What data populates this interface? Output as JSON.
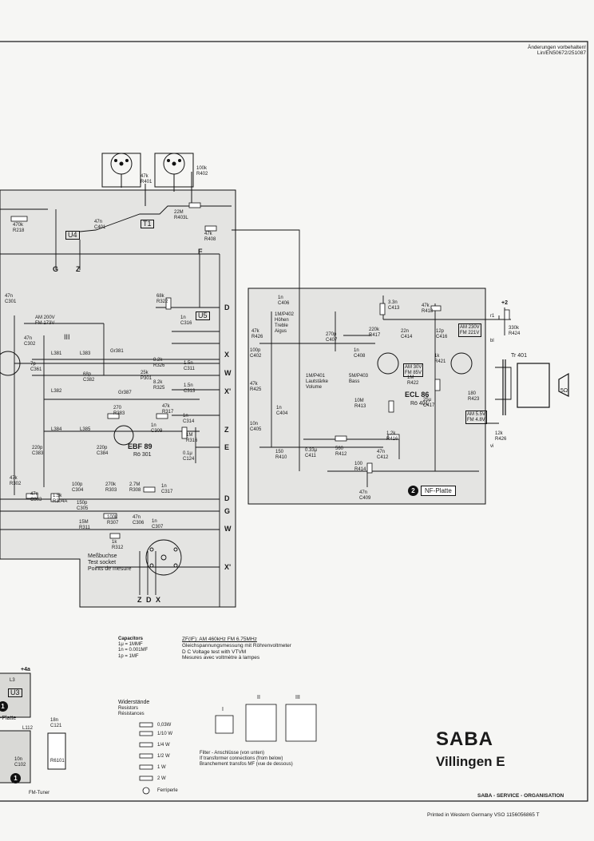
{
  "header": {
    "notice": "Änderungen vorbehalten!",
    "code": "Lin/EN50672/251087"
  },
  "brand": {
    "name": "SABA",
    "model": "Villingen E",
    "organisation": "SABA - SERVICE - ORGANISATION"
  },
  "footer": {
    "printed": "Printed in Western Germany  VSO 1156056865 T"
  },
  "boards": {
    "nf_number": "2",
    "nf_label": "NF-Platte",
    "left_number_top": "1",
    "left_label_top": "-Platte",
    "left_number_bottom": "1",
    "left_label_bottom": "FM-Tuner"
  },
  "tubes": {
    "ebf": "EBF 89",
    "ebf_ref": "Rö 301",
    "ecl": "ECL 86",
    "ecl_ref": "Rö 401"
  },
  "switches": {
    "u3": "U3",
    "u4": "U4",
    "u5": "U5",
    "t1": "T1"
  },
  "terminals": {
    "left": [
      "G",
      "Z"
    ],
    "f": "F",
    "right": [
      "D",
      "X",
      "W",
      "X'",
      "Z",
      "E",
      "D",
      "G",
      "W",
      "X'"
    ],
    "bottom": [
      "Z",
      "D",
      "X"
    ],
    "plus2": "+2",
    "plus4": "+4a",
    "r1": "r1",
    "bl": "bl",
    "vi": "vi"
  },
  "labels": {
    "stage3": "III",
    "measuring": [
      "Meßbuchse",
      "Test socket",
      "Points de mesure"
    ],
    "hohen": [
      "1M/P402",
      "Höhen",
      "Treble",
      "Aigus"
    ],
    "laut": [
      "1M/P401",
      "Lautstärke",
      "Volume"
    ],
    "bass": [
      "5M/P403",
      "Bass"
    ],
    "tr401": "Tr 401",
    "speaker": "5Ω"
  },
  "components": {
    "r218": [
      "470k",
      "R218"
    ],
    "c401": [
      "47n",
      "C401"
    ],
    "r401": [
      "47k",
      "R401"
    ],
    "r402": [
      "100k",
      "R402"
    ],
    "r403": [
      "22M",
      "R403L"
    ],
    "r408": [
      "47k",
      "R408"
    ],
    "c301": [
      "47n",
      "C301"
    ],
    "r322": [
      "68k",
      "R322"
    ],
    "c316": [
      "1n",
      "C316"
    ],
    "c302": [
      "47n",
      "C302"
    ],
    "am200": [
      "AM 200V",
      "FM 173V"
    ],
    "c361": [
      "7p",
      "C361"
    ],
    "l381": "L381",
    "l382": "L382",
    "l383": "L383",
    "gr381": "Gr381",
    "gr387": "Gr387",
    "c382": [
      "68p",
      "C382"
    ],
    "r301": [
      "25k",
      "P301"
    ],
    "r326": [
      "8.2k",
      "R326"
    ],
    "r325": [
      "8.2k",
      "R325"
    ],
    "c311": [
      "1.5n",
      "C311"
    ],
    "c313": [
      "1.5n",
      "C313"
    ],
    "r383": [
      "270",
      "R383"
    ],
    "r317": [
      "47k",
      "R317"
    ],
    "c314": [
      "1n",
      "C314"
    ],
    "r316": [
      "1M",
      "R316"
    ],
    "c309": [
      "1n",
      "C309"
    ],
    "c124": [
      "0.1μ",
      "C124"
    ],
    "l384": "L384",
    "l385": "L385",
    "c383": [
      "220p",
      "C383"
    ],
    "c384": [
      "220p",
      "C384"
    ],
    "r302": [
      "47k",
      "R302"
    ],
    "c303": [
      "47n",
      "C303"
    ],
    "c304": [
      "100p",
      "C304"
    ],
    "r304": [
      "1.5k",
      "R304A"
    ],
    "r303": [
      "270k",
      "R303"
    ],
    "r308": [
      "2.7M",
      "R308"
    ],
    "c317": [
      "1n",
      "C317"
    ],
    "c305": [
      "150p",
      "C305"
    ],
    "r307": [
      "100k",
      "R307"
    ],
    "c306": [
      "47n",
      "C306"
    ],
    "c307": [
      "1n",
      "C307"
    ],
    "r311": [
      "15M",
      "R311"
    ],
    "r312": [
      "1k",
      "R312"
    ],
    "c406": [
      "1n",
      "C406"
    ],
    "r426": [
      "47k",
      "R426"
    ],
    "c402": [
      "100p",
      "C402"
    ],
    "r425": [
      "47k",
      "R425"
    ],
    "c405": [
      "10n",
      "C405"
    ],
    "c407": [
      "270p",
      "C407"
    ],
    "c408": [
      "1n",
      "C408"
    ],
    "r417": [
      "220k",
      "R417"
    ],
    "c414": [
      "22n",
      "C414"
    ],
    "c413": [
      "3.3n",
      "C413"
    ],
    "r418": [
      "47k",
      "R418"
    ],
    "c416": [
      "12p",
      "C416"
    ],
    "r421": [
      "1k",
      "R421"
    ],
    "am230": [
      "AM 230V",
      "FM 221V"
    ],
    "r424": [
      "330k",
      "R424"
    ],
    "am30": [
      "AM 30V",
      "FM 85V"
    ],
    "r422": [
      "1M",
      "R422"
    ],
    "r413": [
      "10M",
      "R413"
    ],
    "c417": [
      "25μ",
      "C417"
    ],
    "r423": [
      "180",
      "R423"
    ],
    "am5": [
      "AM 5.5V",
      "FM 4.8V"
    ],
    "r416": [
      "1.2k",
      "R416"
    ],
    "r426b": [
      "12k",
      "R426"
    ],
    "c411": [
      "0.33μ",
      "C411"
    ],
    "r412": [
      "560",
      "R412"
    ],
    "c412": [
      "47n",
      "C412"
    ],
    "r414": [
      "100",
      "R414"
    ],
    "c409": [
      "47n",
      "C409"
    ],
    "r410": [
      "150",
      "R410"
    ],
    "c404": [
      "1n",
      "C404"
    ],
    "c121": [
      "18n",
      "C121"
    ],
    "c102": [
      "10n",
      "C102"
    ],
    "r101": "R6101",
    "l112": "L112",
    "l3": "L3"
  },
  "capacitors_note": {
    "heading": "Capacitors",
    "lines": [
      "1μ = 1MMF",
      "1n = 0.001MF",
      "1p = 1MF"
    ]
  },
  "measurement_note": {
    "title": "ZF(IF): AM 460kHz  FM 6.75MHz",
    "lines": [
      "Gleichspannungsmessung mit Röhrenvoltmeter",
      "D C Voltage test with VTVM",
      "Mesures avec voltmètre à lampes"
    ]
  },
  "resistors_note": {
    "heading": [
      "Widerstände",
      "Resistors",
      "Résistances"
    ],
    "ratings": [
      "0,03W",
      "1/10 W",
      "1/4 W",
      "1/2 W",
      "1 W",
      "2 W",
      "Ferriperle"
    ]
  },
  "filter_note": {
    "lines": [
      "Filter - Anschlüsse (von unten)",
      "If transformer connections (from below)",
      "Branchement transfos MF (vue de dessous)"
    ],
    "labels": [
      "I",
      "II",
      "III"
    ]
  }
}
